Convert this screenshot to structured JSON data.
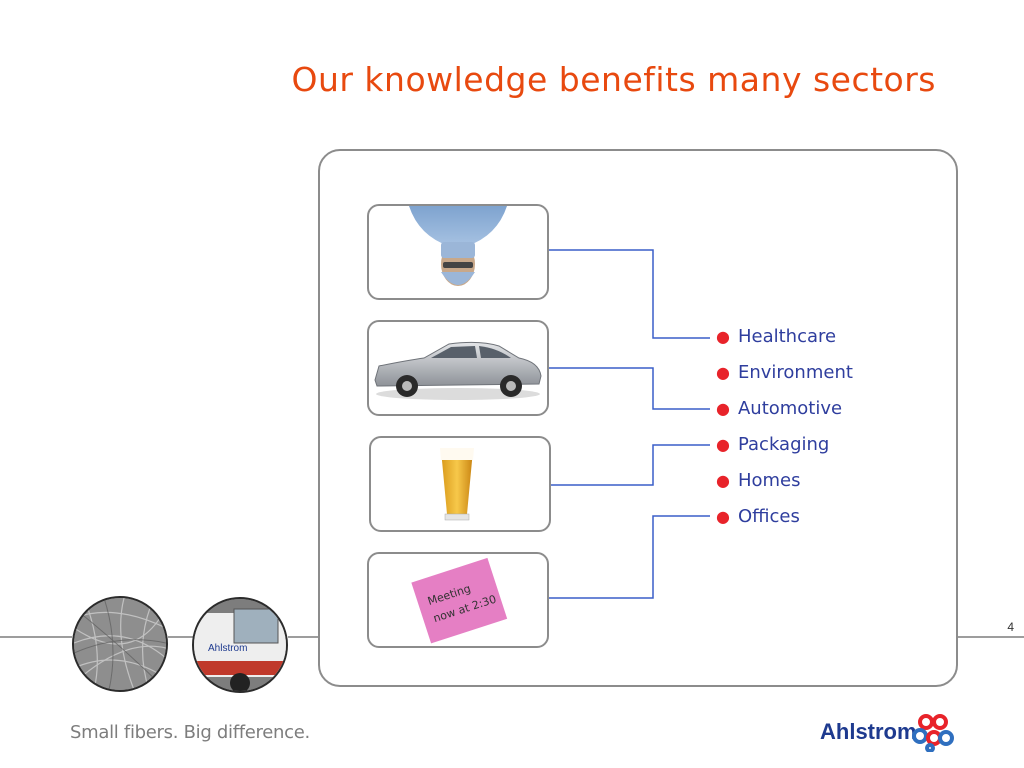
{
  "slide": {
    "title": "Our knowledge benefits many sectors",
    "page_number": "4",
    "tagline": "Small fibers. Big difference."
  },
  "brand": {
    "name": "Ahlstrom",
    "title_color": "#e8490f",
    "list_color": "#2f3e9e",
    "bullet_color": "#e8232a",
    "connector_color": "#3a5fc8"
  },
  "images": [
    {
      "icon": "surgeon-image",
      "subject": "surgeon"
    },
    {
      "icon": "car-image",
      "subject": "car"
    },
    {
      "icon": "beer-glass-image",
      "subject": "beer glass"
    },
    {
      "icon": "sticky-note-image",
      "subject": "sticky note",
      "text_line1": "Meeting",
      "text_line2": "now at 2:30"
    }
  ],
  "sectors": [
    {
      "label": "Healthcare"
    },
    {
      "label": "Environment"
    },
    {
      "label": "Automotive"
    },
    {
      "label": "Packaging"
    },
    {
      "label": "Homes"
    },
    {
      "label": "Offices"
    }
  ],
  "footer": {
    "truck_text": "Ahlstrom"
  }
}
